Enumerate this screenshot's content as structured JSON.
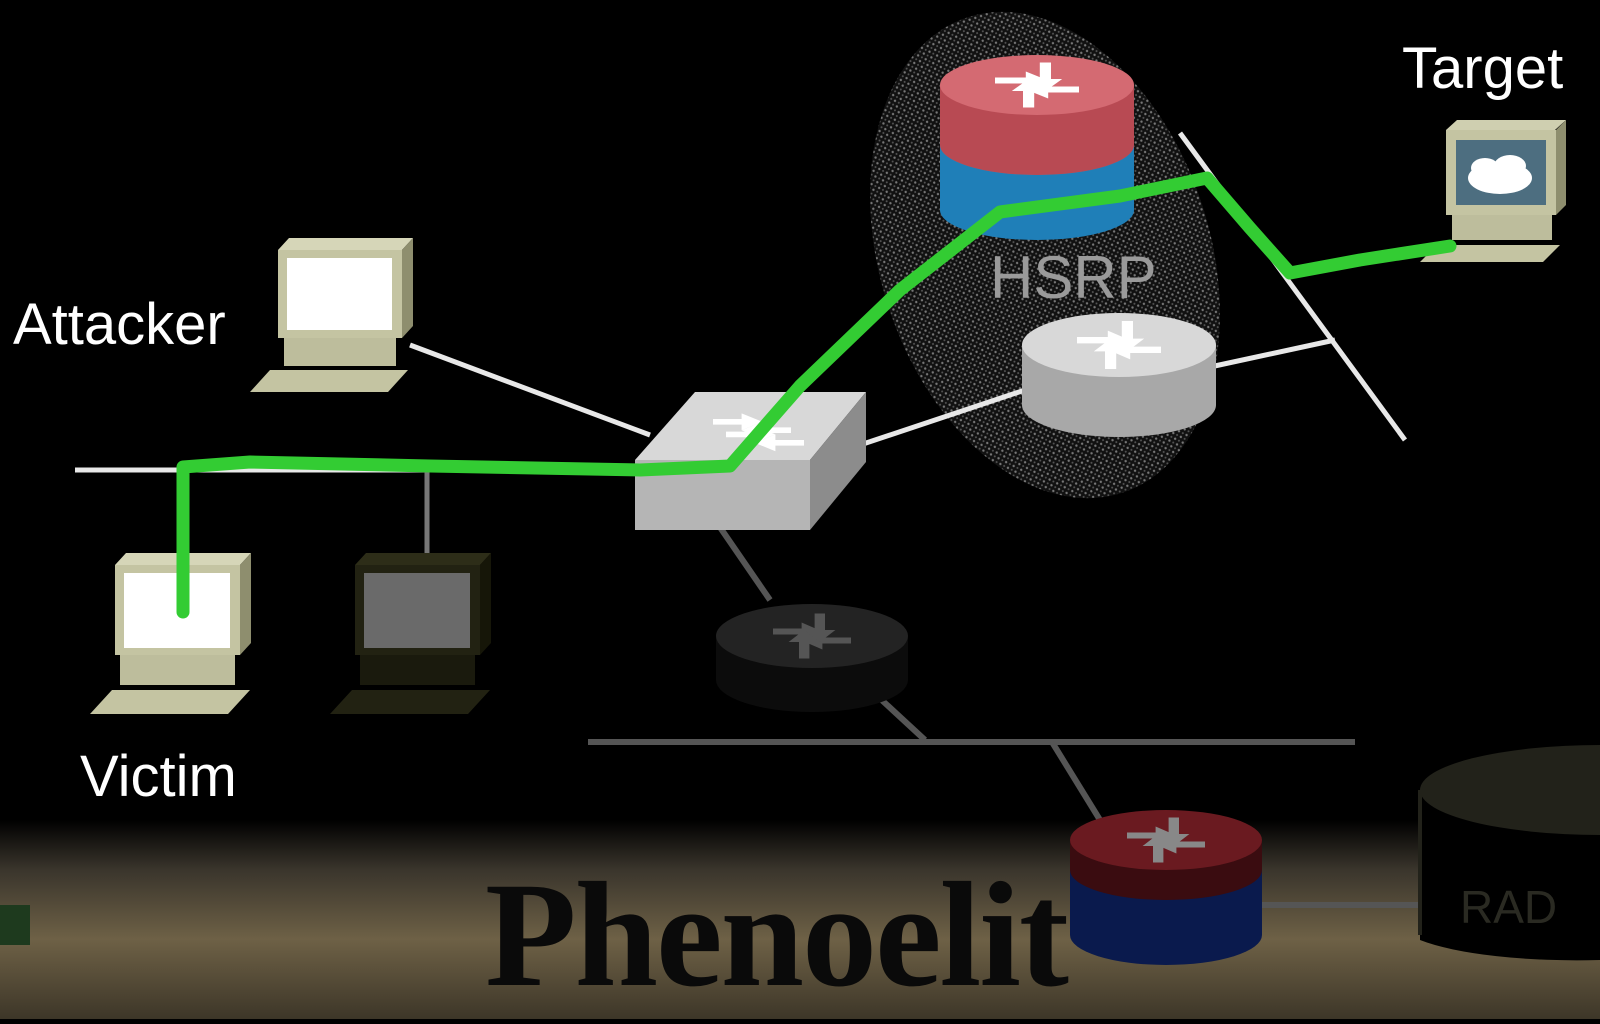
{
  "labels": {
    "target": "Target",
    "attacker": "Attacker",
    "victim": "Victim",
    "hsrp": "HSRP",
    "rad": "RAD"
  },
  "logo_text": "Phenoelit",
  "icons": {
    "router_primary": "router-icon",
    "router_standby": "router-icon",
    "switch": "switch-icon",
    "workstation": "computer-icon",
    "server": "database-icon"
  },
  "colors": {
    "attack_path": "#33cc33",
    "link": "#e8e8e8",
    "background": "#000000",
    "router_red": "#c0525a",
    "router_blue": "#1f7fb8"
  }
}
